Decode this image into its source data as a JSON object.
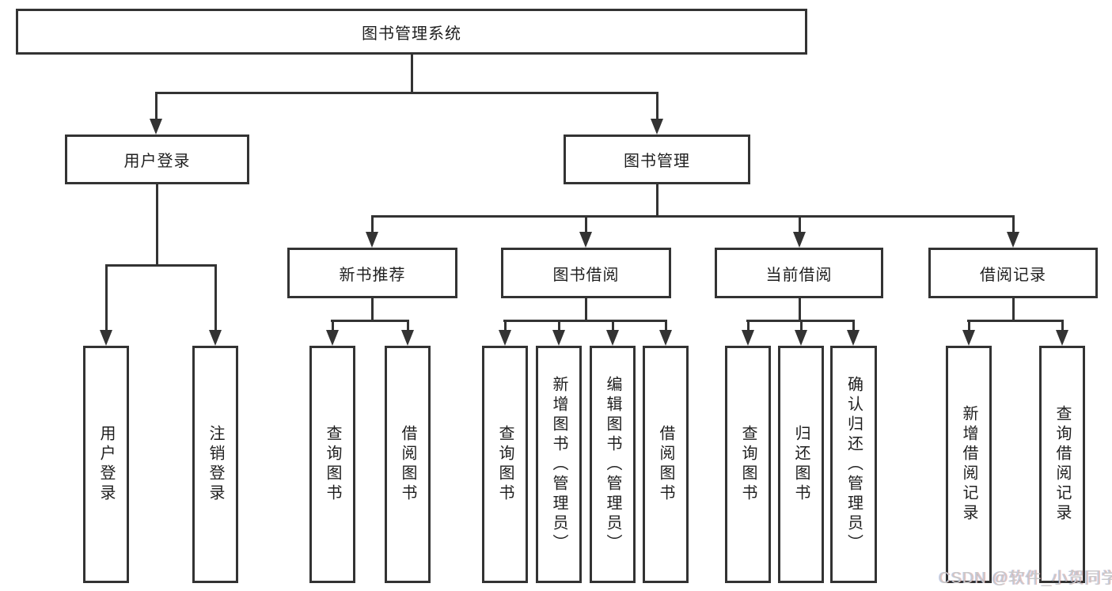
{
  "root": {
    "label": "图书管理系统"
  },
  "branches": {
    "user_login": {
      "label": "用户登录",
      "children": [
        {
          "label": "用户登录"
        },
        {
          "label": "注销登录"
        }
      ]
    },
    "book_mgmt": {
      "label": "图书管理",
      "sections": [
        {
          "label": "新书推荐",
          "children": [
            {
              "label": "查询图书"
            },
            {
              "label": "借阅图书"
            }
          ]
        },
        {
          "label": "图书借阅",
          "children": [
            {
              "label": "查询图书"
            },
            {
              "label": "新增图书（管理员）"
            },
            {
              "label": "编辑图书（管理员）"
            },
            {
              "label": "借阅图书"
            }
          ]
        },
        {
          "label": "当前借阅",
          "children": [
            {
              "label": "查询图书"
            },
            {
              "label": "归还图书"
            },
            {
              "label": "确认归还（管理员）"
            }
          ]
        },
        {
          "label": "借阅记录",
          "children": [
            {
              "label": "新增借阅记录"
            },
            {
              "label": "查询借阅记录"
            }
          ]
        }
      ]
    }
  },
  "watermark": {
    "text": "CSDN @软件_小贺同学"
  },
  "colors": {
    "line": "#333333",
    "box_border": "#333333",
    "box_bg": "#ffffff",
    "text": "#1f1f1f",
    "watermark": "#c9c9c9"
  }
}
